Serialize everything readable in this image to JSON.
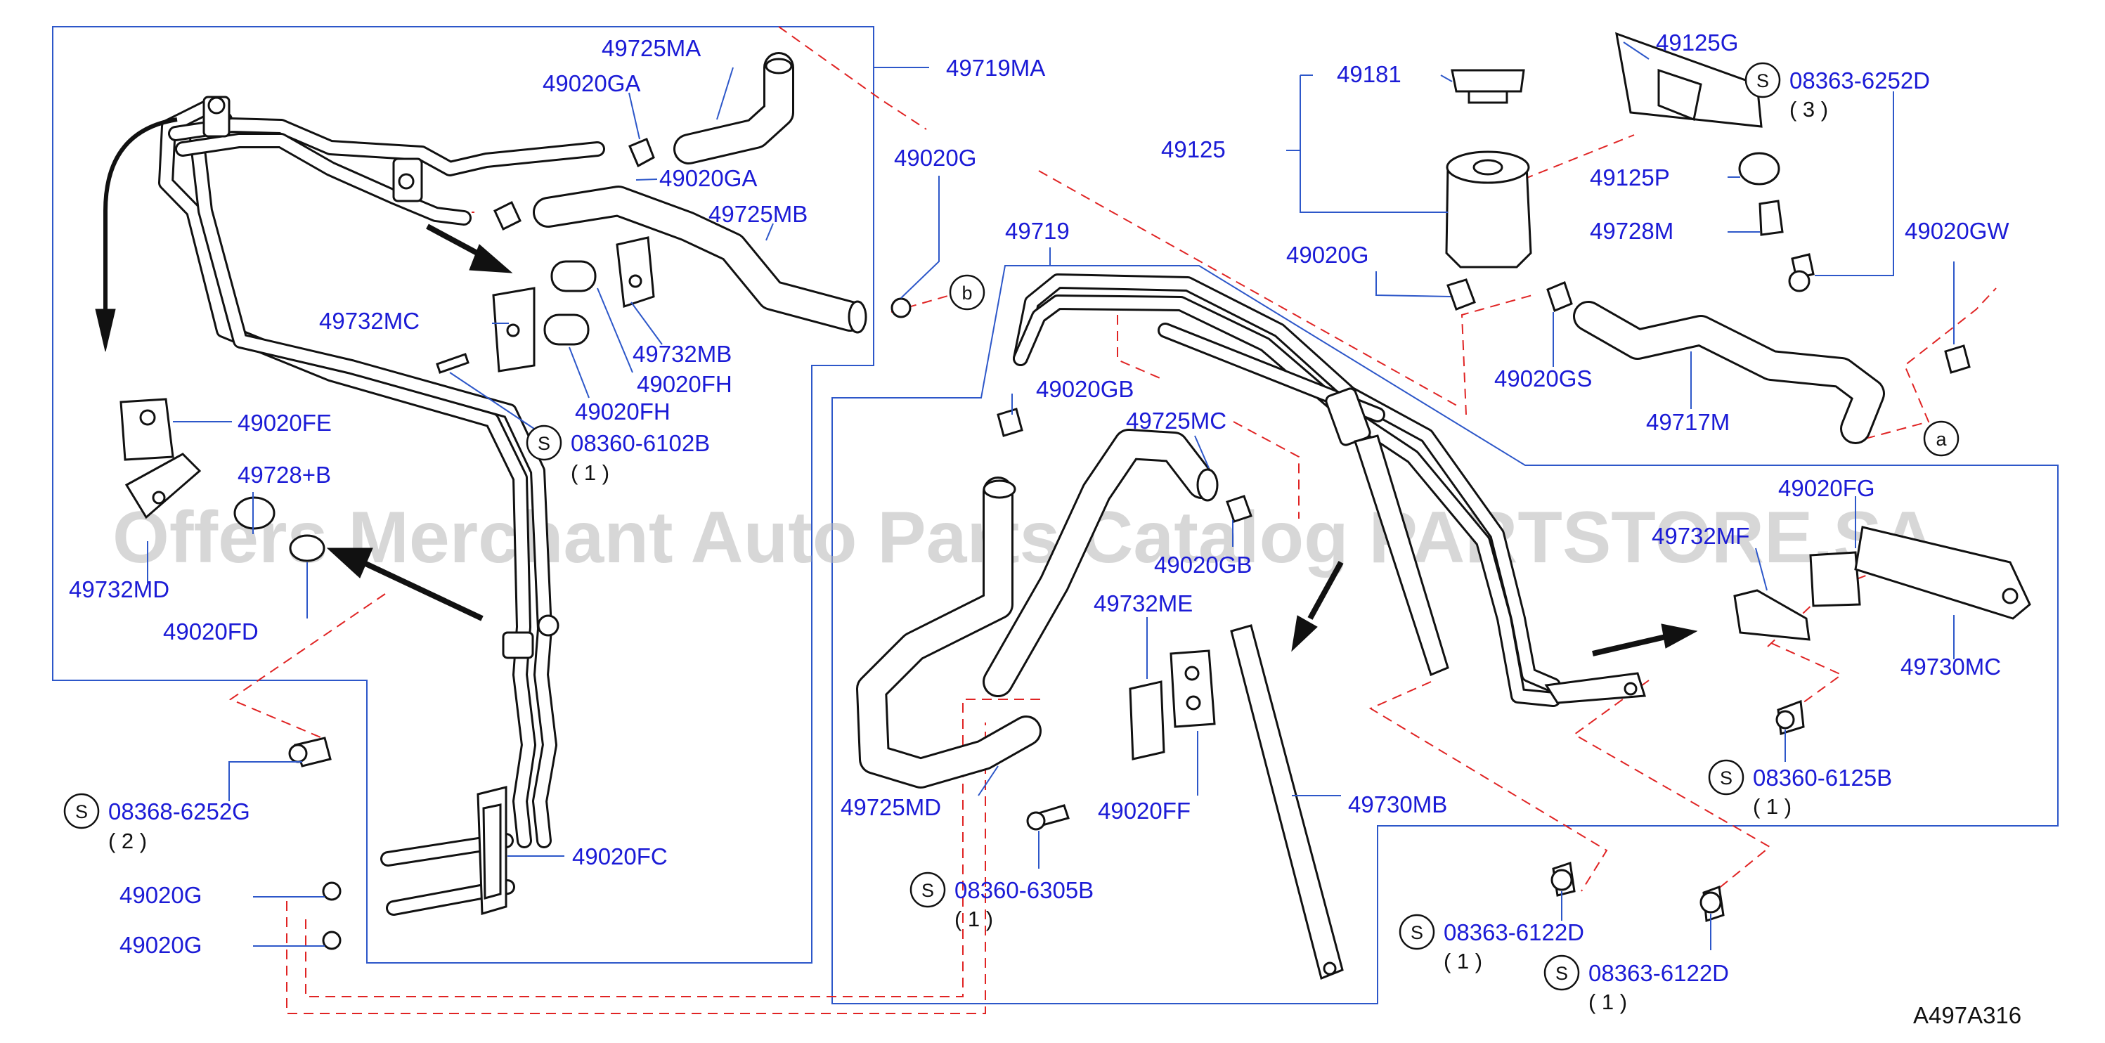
{
  "diagram": {
    "reference": "A497A316",
    "watermark": "Offers Merchant Auto Parts Catalog PARTSTORE.SA",
    "screw_symbol": "S",
    "ref_letters": {
      "a": "a",
      "b": "b"
    },
    "labels": {
      "l49725MA": "49725MA",
      "l49719MA": "49719MA",
      "l49020GA_1": "49020GA",
      "l49020GA_2": "49020GA",
      "l49725MB": "49725MB",
      "l49020G_b": "49020G",
      "l49732MC": "49732MC",
      "l49732MB": "49732MB",
      "l49020FH_1": "49020FH",
      "l49020FH_2": "49020FH",
      "l49020FE": "49020FE",
      "l49728B": "49728+B",
      "l49732MD": "49732MD",
      "l49020FD": "49020FD",
      "l49020FC": "49020FC",
      "l49020G_l1": "49020G",
      "l49020G_l2": "49020G",
      "l49719": "49719",
      "l49020GB_1": "49020GB",
      "l49725MC": "49725MC",
      "l49020GB_2": "49020GB",
      "l49732ME": "49732ME",
      "l49725MD": "49725MD",
      "l49020FF": "49020FF",
      "l49730MB": "49730MB",
      "l49181": "49181",
      "l49125": "49125",
      "l49125G": "49125G",
      "l49125P": "49125P",
      "l49728M": "49728M",
      "l49020G_r": "49020G",
      "l49020GS": "49020GS",
      "l49717M": "49717M",
      "l49020GW": "49020GW",
      "l49020FG": "49020FG",
      "l49732MF": "49732MF",
      "l49730MC": "49730MC"
    },
    "screws": [
      {
        "part": "08360-6102B",
        "qty": "( 1 )"
      },
      {
        "part": "08368-6252G",
        "qty": "( 2 )"
      },
      {
        "part": "08360-6305B",
        "qty": "( 1 )"
      },
      {
        "part": "08363-6122D",
        "qty": "( 1 )"
      },
      {
        "part": "08363-6122D",
        "qty": "( 1 )"
      },
      {
        "part": "08360-6125B",
        "qty": "( 1 )"
      },
      {
        "part": "08363-6252D",
        "qty": "( 3 )"
      }
    ]
  }
}
